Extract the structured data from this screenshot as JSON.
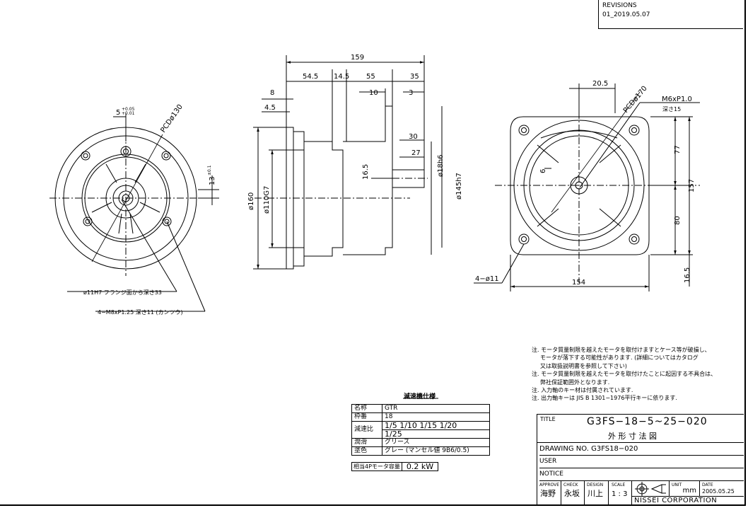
{
  "revisions": {
    "title": "REVISIONS",
    "entry": "01_2019.05.07"
  },
  "dims_side": {
    "overall": "159",
    "d545": "54.5",
    "d145": "14.5",
    "d55": "55",
    "d35": "35",
    "d8": "8",
    "d45": "4.5",
    "d10": "10",
    "d3": "3",
    "d30": "30",
    "d27": "27",
    "d165": "16.5",
    "phi18": "ø18h6",
    "phi145": "ø145h7",
    "phi160": "ø160",
    "phi110": "ø110G7"
  },
  "dims_left": {
    "tol5": "5",
    "tol5_sup": "+0.05",
    "tol5_sub": "+0.01",
    "pcd130": "PCDø130",
    "d13": "13",
    "d13_tol": "±0.1",
    "note1": "ø11H7 フランジ面から深さ33",
    "note2": "4−M8xP1.25 深さ11 (カンツウ)"
  },
  "dims_right": {
    "d205": "20.5",
    "pcd170": "PCDø170",
    "m6": "M6xP1.0",
    "m6_depth": "深さ15",
    "d77": "77",
    "d157": "157",
    "d80": "80",
    "d6": "6",
    "d154": "154",
    "hole": "4−ø11",
    "d165b": "16.5"
  },
  "spec": {
    "title": "減速機仕様",
    "rows": [
      {
        "k": "名称",
        "v": "GTR"
      },
      {
        "k": "枠番",
        "v": "18"
      },
      {
        "k": "減速比",
        "v": "1/5 1/10 1/15 1/20",
        "v2": "1/25"
      },
      {
        "k": "潤滑",
        "v": "グリース"
      },
      {
        "k": "塗色",
        "v": "グレー (マンセル値 9B6/0.5)"
      },
      {
        "k": "相当4Pモータ容量",
        "v": "0.2 kW"
      }
    ]
  },
  "notes": [
    "注. モータ質量制限を越えたモータを取付けますとケース等が破損し、",
    "モータが落下する可能性があります. (詳細についてはカタログ",
    "又は取扱説明書を参照して下さい)",
    "注. モータ質量制限を越えたモータを取付けたことに起因する不具合は、",
    "弊社保証範囲外となります.",
    "注. 入力軸のキー材は付属されています.",
    "注. 出力軸キーは JIS B 1301−1976平行キーに依ります."
  ],
  "titleblock": {
    "title_label": "TITLE",
    "title": "G3FS−18−5~25−020",
    "subtitle": "外 形 寸 法 図",
    "drawing_no": "DRAWING NO. G3FS18−020",
    "user": "USER",
    "notice": "NOTICE",
    "approve_label": "APPROVE",
    "check_label": "CHECK",
    "design_label": "DESIGN",
    "scale_label": "SCALE",
    "unit_label": "UNIT",
    "date_label": "DATE",
    "approve": "海野",
    "check": "永坂",
    "design": "川上",
    "scale": "1 : 3",
    "unit": "mm",
    "date": "2005.05.25",
    "company": "NISSEI  CORPORATION"
  }
}
